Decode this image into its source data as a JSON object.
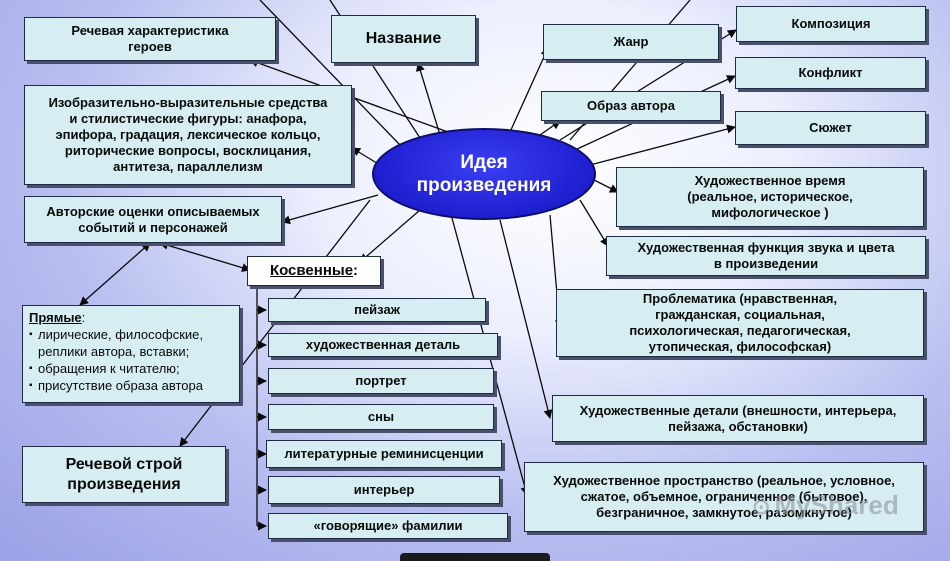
{
  "center": {
    "label": "Идея\nпроизведения"
  },
  "left": {
    "speech_heroes": "Речевая характеристика\nгероев",
    "means": "Изобразительно-выразительные средства\nи стилистические фигуры: анафора,\nэпифора, градация, лексическое кольцо,\nриторические вопросы, восклицания,\nантитеза, параллелизм",
    "author_eval": "Авторские оценки описываемых\nсобытий и персонажей",
    "speech_structure": "Речевой строй\nпроизведения"
  },
  "top": {
    "title": "Название",
    "genre": "Жанр",
    "author_image": "Образ автора"
  },
  "right": {
    "composition": "Композиция",
    "conflict": "Конфликт",
    "plot": "Сюжет",
    "time": "Художественное время\n(реальное, историческое,\nмифологическое )",
    "sound_color": "Художественная функция звука и цвета\nв произведении",
    "problems": "Проблематика (нравственная,\nгражданская, социальная,\nпсихологическая, педагогическая,\nутопическая, философская)",
    "details": "Художественные детали (внешности, интерьера,\nпейзажа, обстановки)",
    "space": "Художественное пространство (реальное, условное,\nсжатое, объемное, ограниченное (бытовое),\nбезграничное, замкнутое, разомкнутое)"
  },
  "direct": {
    "title": "Прямые",
    "colon": ":",
    "items": [
      "лирические, философские,\nреплики автора, вставки;",
      "обращения к читателю;",
      "присутствие образа автора"
    ]
  },
  "indirect": {
    "title": "Косвенные",
    "colon": ":",
    "items": [
      "пейзаж",
      "художественная деталь",
      "портрет",
      "сны",
      "литературные реминисценции",
      "интерьер",
      "«говорящие» фамилии"
    ]
  },
  "watermark": {
    "text": "MyShared"
  },
  "colors": {
    "arrow": "#0a0a0a",
    "box": "#d6eef2",
    "ellipse": "#2222dd"
  }
}
